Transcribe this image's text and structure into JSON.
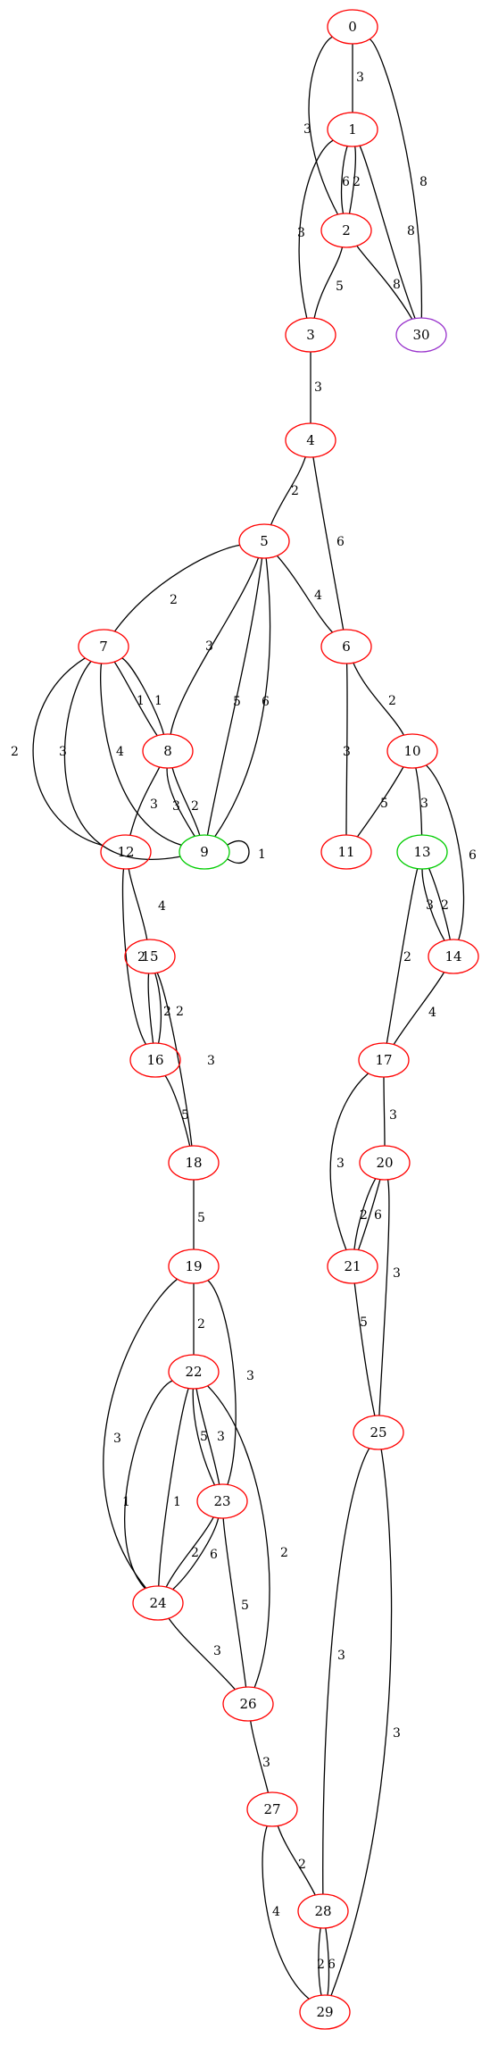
{
  "colors": {
    "default": "#ff0000",
    "highlight": "#00cc00",
    "special": "#9933cc",
    "edge": "#000000"
  },
  "nodes": [
    {
      "id": "0",
      "color": "default"
    },
    {
      "id": "1",
      "color": "default"
    },
    {
      "id": "2",
      "color": "default"
    },
    {
      "id": "3",
      "color": "default"
    },
    {
      "id": "4",
      "color": "default"
    },
    {
      "id": "5",
      "color": "default"
    },
    {
      "id": "6",
      "color": "default"
    },
    {
      "id": "7",
      "color": "default"
    },
    {
      "id": "8",
      "color": "default"
    },
    {
      "id": "9",
      "color": "highlight"
    },
    {
      "id": "10",
      "color": "default"
    },
    {
      "id": "11",
      "color": "default"
    },
    {
      "id": "12",
      "color": "default"
    },
    {
      "id": "13",
      "color": "highlight"
    },
    {
      "id": "14",
      "color": "default"
    },
    {
      "id": "15",
      "color": "default"
    },
    {
      "id": "16",
      "color": "default"
    },
    {
      "id": "17",
      "color": "default"
    },
    {
      "id": "18",
      "color": "default"
    },
    {
      "id": "19",
      "color": "default"
    },
    {
      "id": "20",
      "color": "default"
    },
    {
      "id": "21",
      "color": "default"
    },
    {
      "id": "22",
      "color": "default"
    },
    {
      "id": "23",
      "color": "default"
    },
    {
      "id": "24",
      "color": "default"
    },
    {
      "id": "25",
      "color": "default"
    },
    {
      "id": "26",
      "color": "default"
    },
    {
      "id": "27",
      "color": "default"
    },
    {
      "id": "28",
      "color": "default"
    },
    {
      "id": "29",
      "color": "default"
    },
    {
      "id": "30",
      "color": "special"
    }
  ],
  "edges": [
    {
      "from": "0",
      "to": "1",
      "weight": "3"
    },
    {
      "from": "0",
      "to": "2",
      "weight": "3"
    },
    {
      "from": "0",
      "to": "30",
      "weight": "8"
    },
    {
      "from": "1",
      "to": "2",
      "weight": "6"
    },
    {
      "from": "1",
      "to": "2",
      "weight": "2"
    },
    {
      "from": "1",
      "to": "3",
      "weight": "3"
    },
    {
      "from": "1",
      "to": "30",
      "weight": "8"
    },
    {
      "from": "2",
      "to": "3",
      "weight": "5"
    },
    {
      "from": "2",
      "to": "30",
      "weight": "8"
    },
    {
      "from": "3",
      "to": "4",
      "weight": "3"
    },
    {
      "from": "4",
      "to": "5",
      "weight": "2"
    },
    {
      "from": "4",
      "to": "6",
      "weight": "6"
    },
    {
      "from": "5",
      "to": "7",
      "weight": "2"
    },
    {
      "from": "5",
      "to": "6",
      "weight": "4"
    },
    {
      "from": "5",
      "to": "8",
      "weight": "3"
    },
    {
      "from": "5",
      "to": "9",
      "weight": "5"
    },
    {
      "from": "5",
      "to": "9",
      "weight": "6"
    },
    {
      "from": "6",
      "to": "10",
      "weight": "2"
    },
    {
      "from": "6",
      "to": "11",
      "weight": "3"
    },
    {
      "from": "7",
      "to": "8",
      "weight": "1"
    },
    {
      "from": "7",
      "to": "8",
      "weight": "1"
    },
    {
      "from": "7",
      "to": "12",
      "weight": "2"
    },
    {
      "from": "7",
      "to": "9",
      "weight": "3"
    },
    {
      "from": "7",
      "to": "9",
      "weight": "4"
    },
    {
      "from": "8",
      "to": "12",
      "weight": "3"
    },
    {
      "from": "8",
      "to": "9",
      "weight": "3"
    },
    {
      "from": "8",
      "to": "9",
      "weight": "2"
    },
    {
      "from": "9",
      "to": "9",
      "weight": "1"
    },
    {
      "from": "10",
      "to": "11",
      "weight": "5"
    },
    {
      "from": "10",
      "to": "13",
      "weight": "3"
    },
    {
      "from": "10",
      "to": "14",
      "weight": "6"
    },
    {
      "from": "12",
      "to": "15",
      "weight": "4"
    },
    {
      "from": "12",
      "to": "16",
      "weight": "2"
    },
    {
      "from": "13",
      "to": "14",
      "weight": "3"
    },
    {
      "from": "13",
      "to": "14",
      "weight": "2"
    },
    {
      "from": "13",
      "to": "17",
      "weight": "2"
    },
    {
      "from": "14",
      "to": "17",
      "weight": "4"
    },
    {
      "from": "15",
      "to": "16",
      "weight": "2"
    },
    {
      "from": "15",
      "to": "16",
      "weight": "2"
    },
    {
      "from": "15",
      "to": "18",
      "weight": "3"
    },
    {
      "from": "16",
      "to": "18",
      "weight": "5"
    },
    {
      "from": "17",
      "to": "20",
      "weight": "3"
    },
    {
      "from": "17",
      "to": "21",
      "weight": "3"
    },
    {
      "from": "18",
      "to": "19",
      "weight": "5"
    },
    {
      "from": "19",
      "to": "22",
      "weight": "2"
    },
    {
      "from": "19",
      "to": "23",
      "weight": "3"
    },
    {
      "from": "19",
      "to": "24",
      "weight": "3"
    },
    {
      "from": "20",
      "to": "21",
      "weight": "2"
    },
    {
      "from": "20",
      "to": "21",
      "weight": "6"
    },
    {
      "from": "20",
      "to": "25",
      "weight": "3"
    },
    {
      "from": "21",
      "to": "25",
      "weight": "5"
    },
    {
      "from": "22",
      "to": "23",
      "weight": "5"
    },
    {
      "from": "22",
      "to": "23",
      "weight": "3"
    },
    {
      "from": "22",
      "to": "24",
      "weight": "1"
    },
    {
      "from": "22",
      "to": "24",
      "weight": "1"
    },
    {
      "from": "22",
      "to": "26",
      "weight": "2"
    },
    {
      "from": "23",
      "to": "24",
      "weight": "2"
    },
    {
      "from": "23",
      "to": "24",
      "weight": "6"
    },
    {
      "from": "23",
      "to": "26",
      "weight": "5"
    },
    {
      "from": "24",
      "to": "26",
      "weight": "3"
    },
    {
      "from": "25",
      "to": "28",
      "weight": "3"
    },
    {
      "from": "25",
      "to": "29",
      "weight": "3"
    },
    {
      "from": "26",
      "to": "27",
      "weight": "3"
    },
    {
      "from": "27",
      "to": "28",
      "weight": "2"
    },
    {
      "from": "27",
      "to": "29",
      "weight": "4"
    },
    {
      "from": "28",
      "to": "29",
      "weight": "2"
    },
    {
      "from": "28",
      "to": "29",
      "weight": "6"
    }
  ]
}
